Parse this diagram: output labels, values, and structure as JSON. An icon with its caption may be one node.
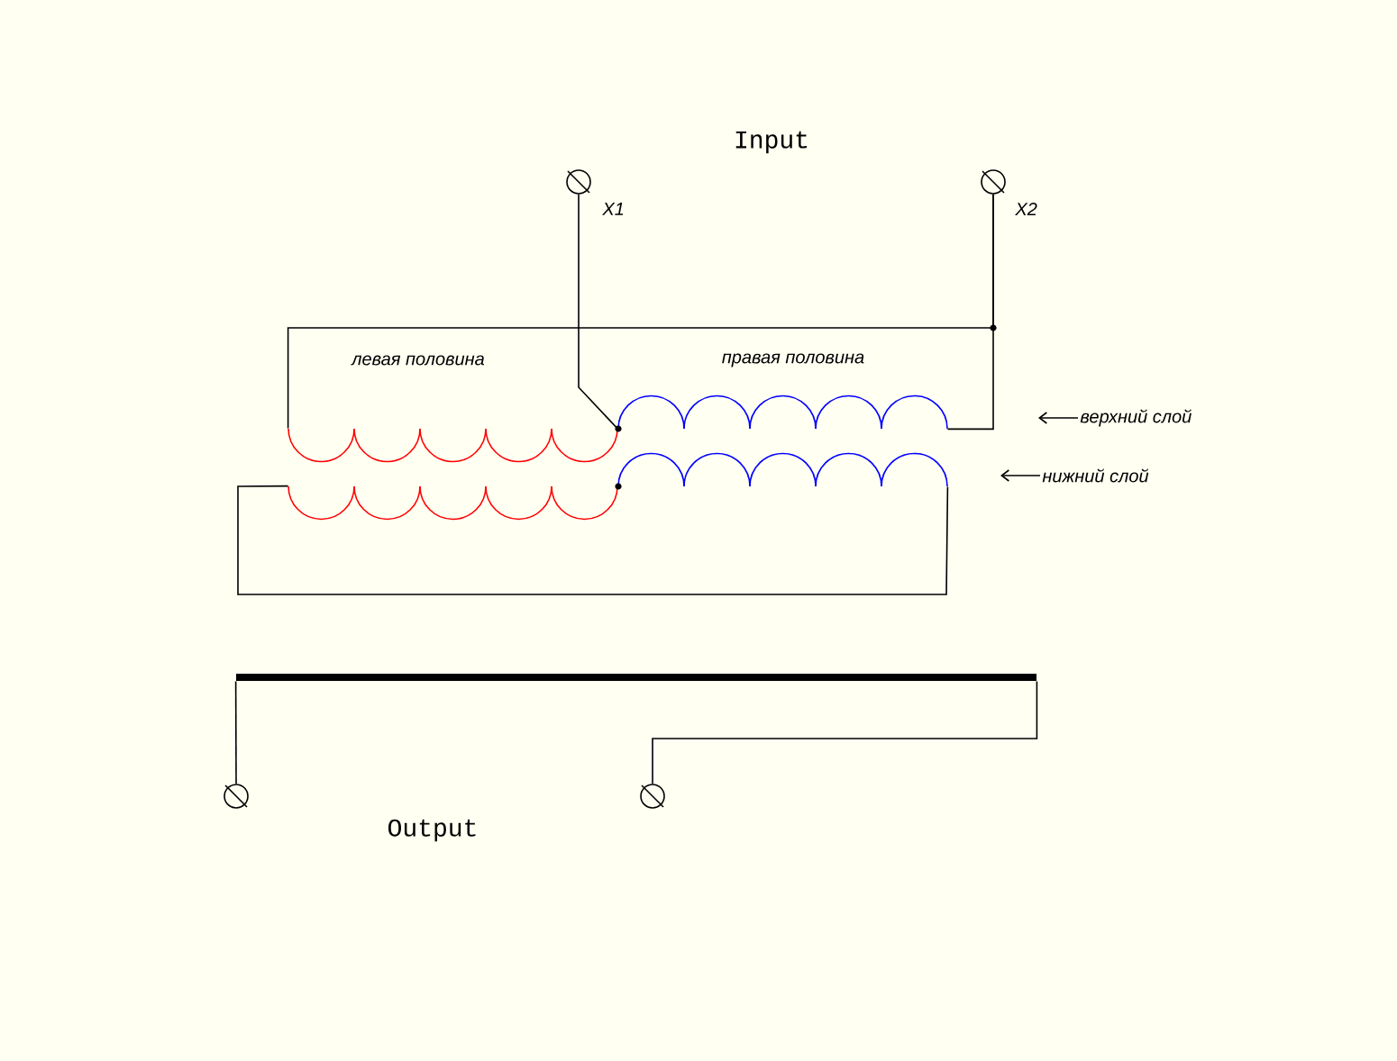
{
  "diagram": {
    "nodes": [
      {
        "text": [],
        "shape": "circle",
        "beside": [
          "X1"
        ]
      },
      {
        "text": [],
        "shape": "circle",
        "beside": [
          "X2"
        ]
      },
      {
        "text": [],
        "shape": "coil"
      },
      {
        "text": [],
        "shape": "coil"
      },
      {
        "text": [],
        "shape": "coil"
      },
      {
        "text": [],
        "shape": "coil"
      },
      {
        "text": [],
        "shape": "bar"
      },
      {
        "text": [],
        "shape": "circle"
      },
      {
        "text": [],
        "shape": "circle"
      },
      {
        "text": [
          "верхний слой"
        ]
      },
      {
        "text": [
          "нижний слой"
        ]
      }
    ],
    "edges": [
      {
        "from": 0,
        "to": 3,
        "arrow": "none"
      },
      {
        "from": 1,
        "to": 3,
        "arrow": "none"
      },
      {
        "from": 1,
        "to": 2,
        "arrow": "none"
      },
      {
        "from": 4,
        "to": 5,
        "arrow": "none"
      },
      {
        "from": 6,
        "to": 7,
        "arrow": "none"
      },
      {
        "from": 6,
        "to": 8,
        "arrow": "none"
      },
      {
        "from": 9,
        "to": null,
        "arrow": "to"
      },
      {
        "from": 10,
        "to": null,
        "arrow": "to"
      }
    ],
    "labels": [
      "Input",
      "левая половина",
      "правая половина",
      "Output"
    ]
  }
}
